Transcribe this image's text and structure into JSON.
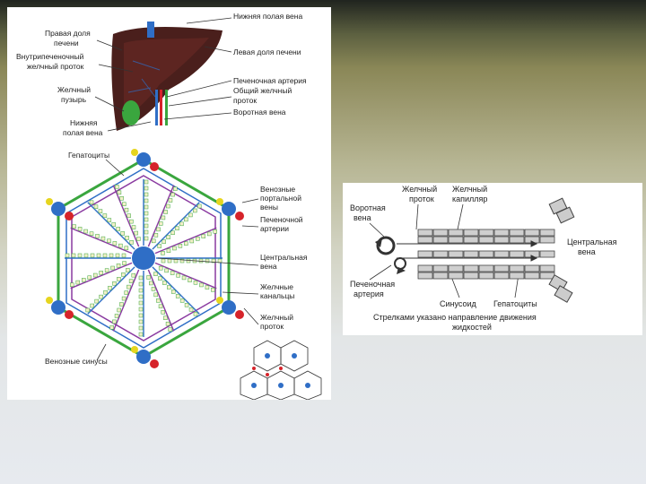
{
  "liver": {
    "labels": {
      "inferior_vena_cava_top": "Нижняя полая вена",
      "right_lobe": [
        "Правая доля",
        "печени"
      ],
      "intrahepatic_duct": [
        "Внутрипеченочный",
        "желчный проток"
      ],
      "left_lobe": "Левая доля печени",
      "hepatic_artery": "Печеночная артерия",
      "common_bile_duct": [
        "Общий желчный",
        "проток"
      ],
      "gallbladder": [
        "Желчный",
        "пузырь"
      ],
      "portal_vein": "Воротная вена",
      "inferior_vena_cava_bottom": [
        "Нижняя",
        "полая вена"
      ]
    }
  },
  "lobule": {
    "labels": {
      "hepatocytes": "Гепатоциты",
      "venous_portal": [
        "Венозные",
        "портальной",
        "вены"
      ],
      "hepatic_artery": [
        "Печеночной",
        "артерии"
      ],
      "central_vein": [
        "Центральная",
        "вена"
      ],
      "bile_canaliculi": [
        "Желчные",
        "канальцы"
      ],
      "bile_ducts": [
        "Желчный",
        "проток"
      ],
      "venous_sinuses": "Венозные синусы"
    }
  },
  "flow": {
    "labels": {
      "bile_duct": [
        "Желчный",
        "проток"
      ],
      "bile_capillary": [
        "Желчный",
        "капилляр"
      ],
      "portal_vein": [
        "Воротная",
        "вена"
      ],
      "central_vein": [
        "Центральная",
        "вена"
      ],
      "hepatic_artery": [
        "Печеночная",
        "артерия"
      ],
      "sinusoid": "Синусоид",
      "hepatocytes": "Гепатоциты",
      "caption": [
        "Стрелками указано направление движения",
        "жидкостей"
      ]
    }
  },
  "colors": {
    "liver": "#4a1f1c",
    "blue_vessel": "#2f6ec6",
    "red_vessel": "#d6232a",
    "green_vessel": "#3aa63e",
    "purple_vessel": "#8a3aa0",
    "yellow_node": "#e6d51f"
  }
}
